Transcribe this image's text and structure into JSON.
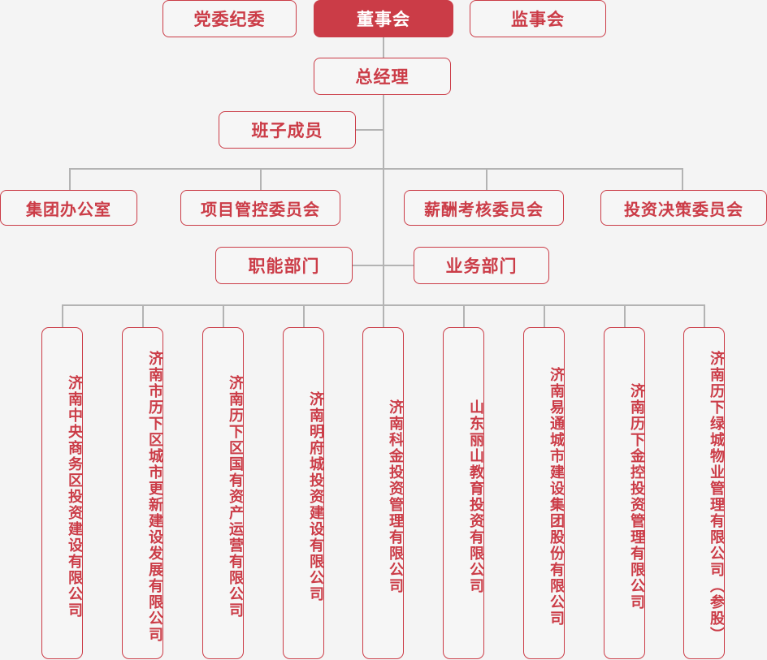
{
  "theme": {
    "accent": "#cb3c47",
    "background": "#f4f4f4",
    "box_fill": "#f6f6f6",
    "line_color": "#b3b3b3",
    "filled_text": "#ffffff"
  },
  "chart_data": {
    "type": "diagram",
    "title": "",
    "diagram_kind": "org-chart",
    "levels": [
      {
        "level": 1,
        "nodes": [
          {
            "label": "党委纪委",
            "style": "outline"
          },
          {
            "label": "董事会",
            "style": "filled"
          },
          {
            "label": "监事会",
            "style": "outline"
          }
        ]
      },
      {
        "level": 2,
        "nodes": [
          {
            "label": "总经理",
            "style": "outline"
          }
        ]
      },
      {
        "level": 3,
        "nodes": [
          {
            "label": "班子成员",
            "style": "outline"
          }
        ]
      },
      {
        "level": 4,
        "nodes": [
          {
            "label": "集团办公室",
            "style": "outline"
          },
          {
            "label": "项目管控委员会",
            "style": "outline"
          },
          {
            "label": "薪酬考核委员会",
            "style": "outline"
          },
          {
            "label": "投资决策委员会",
            "style": "outline"
          }
        ]
      },
      {
        "level": 5,
        "nodes": [
          {
            "label": "职能部门",
            "style": "outline"
          },
          {
            "label": "业务部门",
            "style": "outline"
          }
        ]
      },
      {
        "level": 6,
        "orientation": "vertical-text",
        "nodes": [
          {
            "label": "济南中央商务区投资建设有限公司",
            "style": "outline"
          },
          {
            "label": "济南市历下区城市更新建设发展有限公司",
            "style": "outline"
          },
          {
            "label": "济南历下区国有资产运营有限公司",
            "style": "outline"
          },
          {
            "label": "济南明府城投资建设有限公司",
            "style": "outline"
          },
          {
            "label": "济南科金投资管理有限公司",
            "style": "outline"
          },
          {
            "label": "山东丽山教育投资有限公司",
            "style": "outline"
          },
          {
            "label": "济南易通城市建设集团股份有限公司",
            "style": "outline"
          },
          {
            "label": "济南历下金控投资管理有限公司",
            "style": "outline"
          },
          {
            "label": "济南历下绿城物业管理有限公司（参股）",
            "style": "outline"
          }
        ]
      }
    ]
  },
  "top_row": {
    "party_committee": "党委纪委",
    "board_of_directors": "董事会",
    "supervisory_board": "监事会"
  },
  "general_manager": {
    "label": "总经理"
  },
  "team_members": {
    "label": "班子成员"
  },
  "committees": {
    "group_office": "集团办公室",
    "project_control": "项目管控委员会",
    "compensation_review": "薪酬考核委员会",
    "investment_decision": "投资决策委员会"
  },
  "departments": {
    "functional": "职能部门",
    "business": "业务部门"
  },
  "subsidiaries": [
    "济南中央商务区投资建设有限公司",
    "济南市历下区城市更新建设发展有限公司",
    "济南历下区国有资产运营有限公司",
    "济南明府城投资建设有限公司",
    "济南科金投资管理有限公司",
    "山东丽山教育投资有限公司",
    "济南易通城市建设集团股份有限公司",
    "济南历下金控投资管理有限公司",
    "济南历下绿城物业管理有限公司（参股）"
  ]
}
